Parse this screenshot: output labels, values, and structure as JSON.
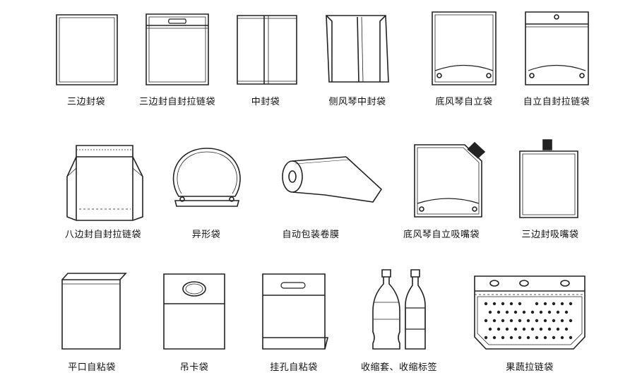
{
  "labels": {
    "r1": [
      "三边封袋",
      "三边封自封拉链袋",
      "中封袋",
      "侧风琴中封袋",
      "底风琴自立袋",
      "自立自封拉链袋"
    ],
    "r2": [
      "八边封自封拉链袋",
      "异形袋",
      "自动包装卷膜",
      "底风琴自立吸嘴袋",
      "三边封吸嘴袋"
    ],
    "r3": [
      "平口自粘袋",
      "吊卡袋",
      "挂孔自粘袋",
      "收缩套、收缩标签",
      "果蔬拉链袋"
    ]
  },
  "icons": {
    "r1": [
      "three-side-seal-bag-icon",
      "three-side-zipper-bag-icon",
      "center-seal-bag-icon",
      "side-gusset-bag-icon",
      "stand-up-bag-icon",
      "stand-up-zipper-bag-icon"
    ],
    "r2": [
      "eight-side-seal-bag-icon",
      "shaped-bag-icon",
      "roll-film-icon",
      "stand-up-spout-bag-icon",
      "spout-bag-icon"
    ],
    "r3": [
      "flat-adhesive-bag-icon",
      "header-card-bag-icon",
      "hang-hole-adhesive-bag-icon",
      "shrink-sleeve-icon",
      "produce-zipper-bag-icon"
    ]
  },
  "colors": {
    "stroke": "#222222",
    "text": "#111111",
    "background": "#ffffff"
  }
}
